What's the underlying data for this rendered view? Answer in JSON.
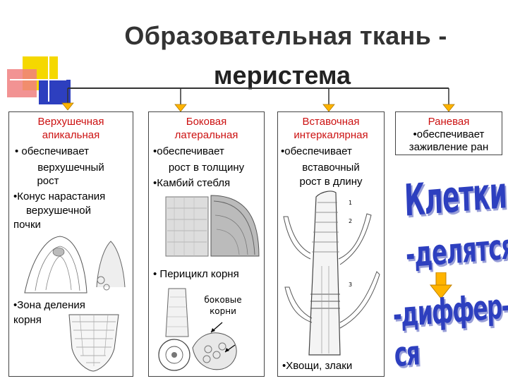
{
  "title": {
    "line1": "Образовательная ткань -",
    "line2": "меристема"
  },
  "colors": {
    "yellow": "#f5d800",
    "blue": "#2d3fbf",
    "red_text": "#cc1111",
    "orange_arrow": "#ffb400",
    "header_line": "#333333"
  },
  "panels": {
    "apical": {
      "title1": "Верхушечная",
      "title2": "апикальная",
      "l1": "• обеспечивает",
      "l2": "верхушечный",
      "l3": "рост",
      "l4": "•Конус нарастания",
      "l5": "верхушечной",
      "l6": "почки",
      "l7": "•Зона деления",
      "l8": "корня"
    },
    "lateral": {
      "title1": "Боковая",
      "title2": "латеральная",
      "l1": "•обеспечивает",
      "l2": "рост в толщину",
      "l3": "•Камбий стебля",
      "l4": "• Перицикл корня",
      "tag1": "боковые",
      "tag2": "корни"
    },
    "intercalary": {
      "title1": "Вставочная",
      "title2": "интеркалярная",
      "l1": "•обеспечивает",
      "l2": "вставочный",
      "l3": "рост в длину",
      "l4": "•Хвощи, злаки",
      "n1": "1",
      "n2": "2",
      "n3": "3"
    },
    "wound": {
      "title1": "Раневая",
      "l1": "•обеспечивает",
      "l2": "заживление ран"
    }
  },
  "cells": {
    "heading": "Клетки:",
    "line1": "-делятся",
    "line2": "-диффер-ся"
  }
}
